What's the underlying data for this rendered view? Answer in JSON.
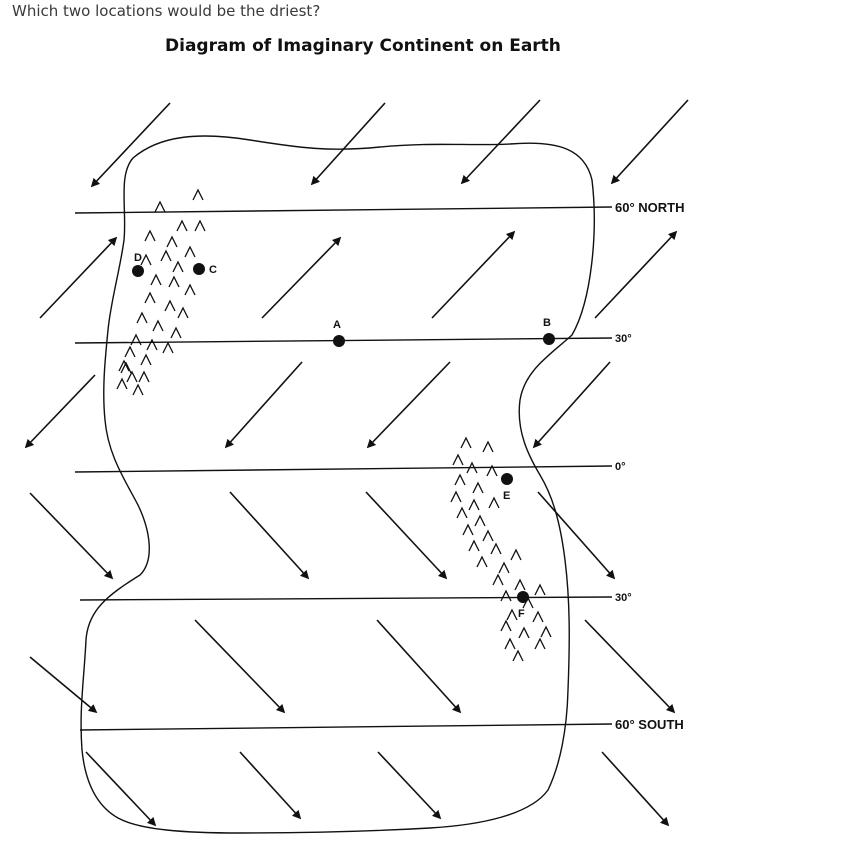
{
  "question": "Which two locations would be the driest?",
  "title": "Diagram of Imaginary Continent on Earth",
  "latitudes": {
    "lat60n": "60° NORTH",
    "lat30n": "30°",
    "lat0": "0°",
    "lat30s": "30°",
    "lat60s": "60° SOUTH"
  },
  "locations": {
    "A": "A",
    "B": "B",
    "C": "C",
    "D": "D",
    "E": "E",
    "F": "F"
  },
  "icons": {
    "mountain": "mountain-icon",
    "wind": "wind-arrow-icon",
    "location": "location-dot-icon"
  }
}
